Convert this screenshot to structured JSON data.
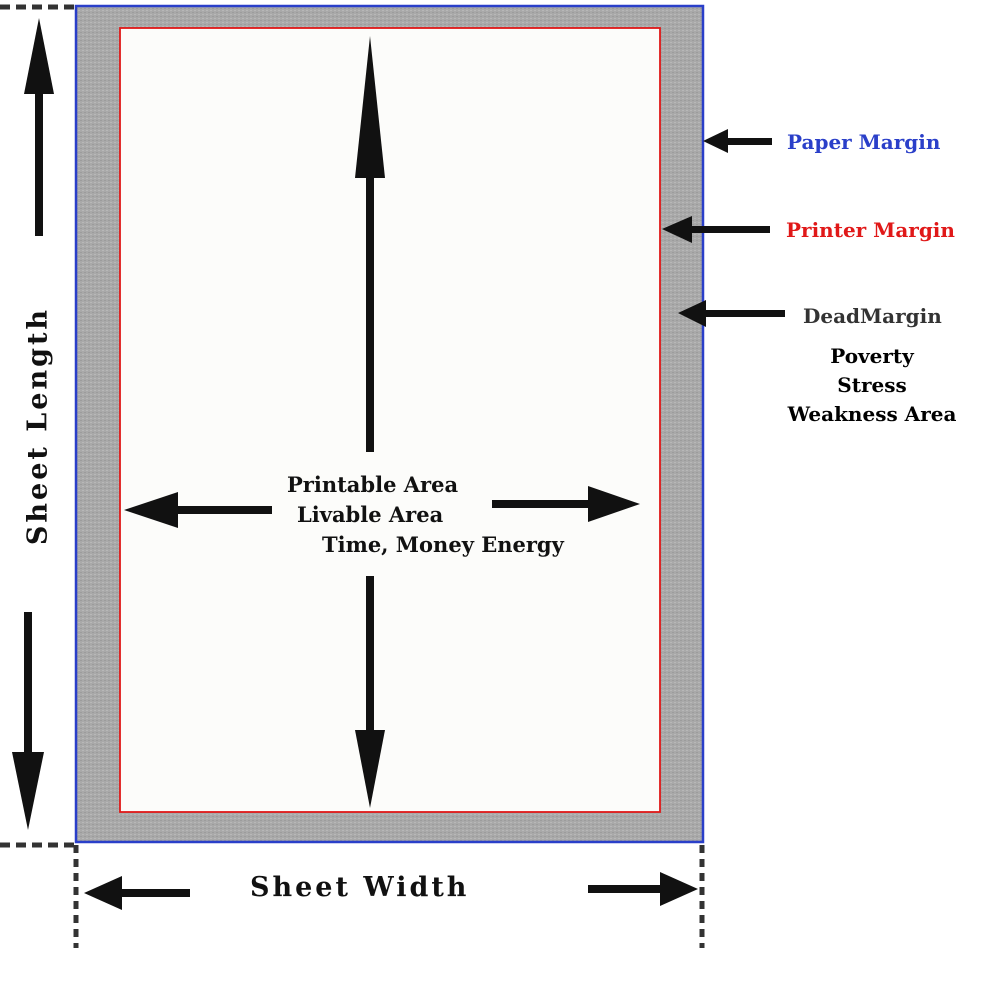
{
  "labels": {
    "paper_margin": "Paper Margin",
    "printer_margin": "Printer Margin",
    "dead_margin": "DeadMargin",
    "dead_notes": [
      "Poverty",
      "Stress",
      "Weakness Area"
    ],
    "center_lines": [
      "Printable Area",
      "Livable Area",
      "Time, Money Energy"
    ],
    "sheet_width": "Sheet Width",
    "sheet_length": "Sheet Length"
  },
  "colors": {
    "paper_margin": "#2a3fc9",
    "printer_margin": "#e01818",
    "dead_margin": "#333333",
    "margin_fill": "#a8a8a8",
    "printable_fill": "#fcfcfa",
    "arrow": "#111111"
  }
}
